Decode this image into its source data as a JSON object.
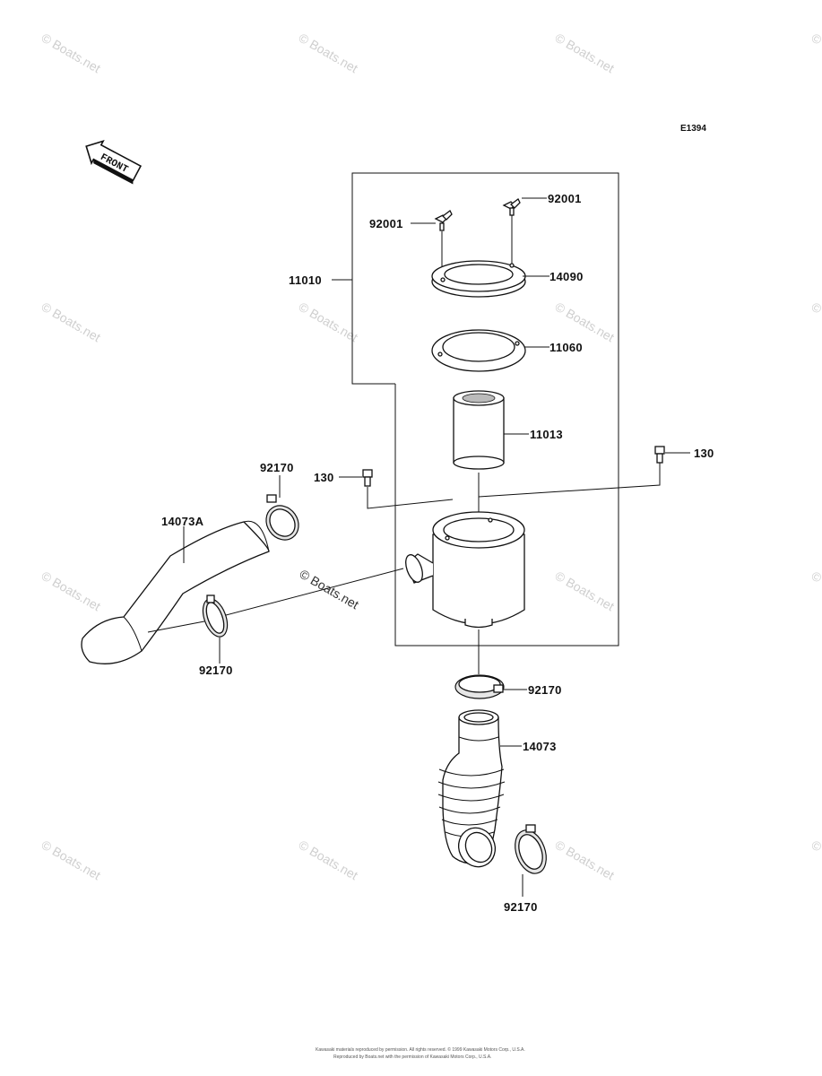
{
  "diagram_code": "E1394",
  "front_label": "FRONT",
  "watermark": "© Boats.net",
  "footer": [
    "Kawasaki materials reproduced by permission. All rights reserved. © 1999 Kawasaki Motors Corp., U.S.A.",
    "Reproduced by Boats.net with the permission of Kawasaki Motors Corp., U.S.A."
  ],
  "parts": {
    "air_cleaner_assy": "11010",
    "wing_bolt_left": "92001",
    "wing_bolt_right": "92001",
    "cover": "14090",
    "gasket": "11060",
    "element": "11013",
    "bolt_left": "130",
    "bolt_right": "130",
    "clamp_upper_left": "92170",
    "clamp_lower_left": "92170",
    "clamp_center": "92170",
    "clamp_bottom": "92170",
    "duct_left": "14073A",
    "duct_bottom": "14073"
  }
}
